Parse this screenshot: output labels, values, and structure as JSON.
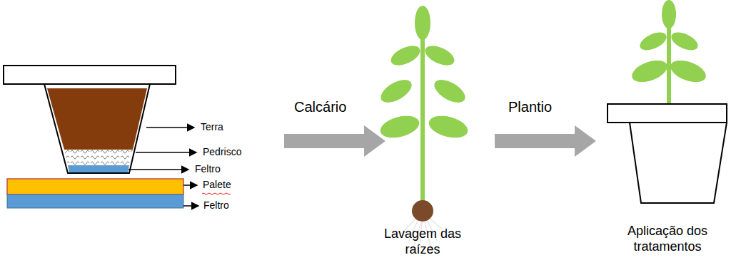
{
  "diagram": {
    "labels": [
      "Terra",
      "Pedrisco",
      "Feltro",
      "Palete",
      "Feltro",
      "Calcário",
      "Lavagem das raízes",
      "Plantio",
      "Aplicação dos tratamentos"
    ]
  }
}
